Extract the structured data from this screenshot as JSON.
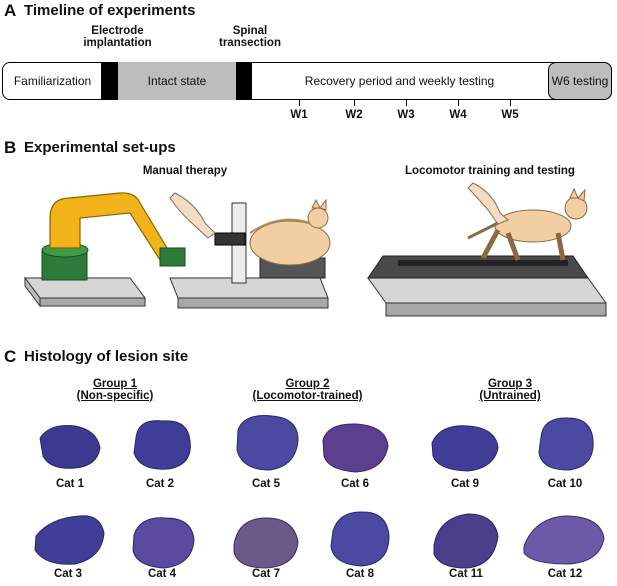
{
  "panel_a": {
    "letter": "A",
    "title": "Timeline of experiments",
    "label_electrode": [
      "Electrode",
      "implantation"
    ],
    "label_spinal": [
      "Spinal",
      "transection"
    ],
    "segments": [
      "Familiarization",
      "Intact state",
      "Recovery period and weekly testing",
      "W6 testing"
    ],
    "weeks": [
      "W1",
      "W2",
      "W3",
      "W4",
      "W5"
    ],
    "colors": {
      "black": "#000000",
      "gray": "#bdbdbd"
    }
  },
  "panel_b": {
    "letter": "B",
    "title": "Experimental set-ups",
    "left_title": "Manual therapy",
    "right_title": "Locomotor training and testing"
  },
  "panel_c": {
    "letter": "C",
    "title": "Histology of lesion site",
    "groups": [
      {
        "line1": "Group 1",
        "line2": "(Non-specific)"
      },
      {
        "line1": "Group 2",
        "line2": "(Locomotor-trained)"
      },
      {
        "line1": "Group 3",
        "line2": "(Untrained)"
      }
    ],
    "cats_row1": [
      "Cat 1",
      "Cat 2",
      "Cat 5",
      "Cat 6",
      "Cat 9",
      "Cat 10"
    ],
    "cats_row2": [
      "Cat 3",
      "Cat 4",
      "Cat 7",
      "Cat 8",
      "Cat 11",
      "Cat 12"
    ],
    "tissue_color": "#4a3f9a"
  }
}
